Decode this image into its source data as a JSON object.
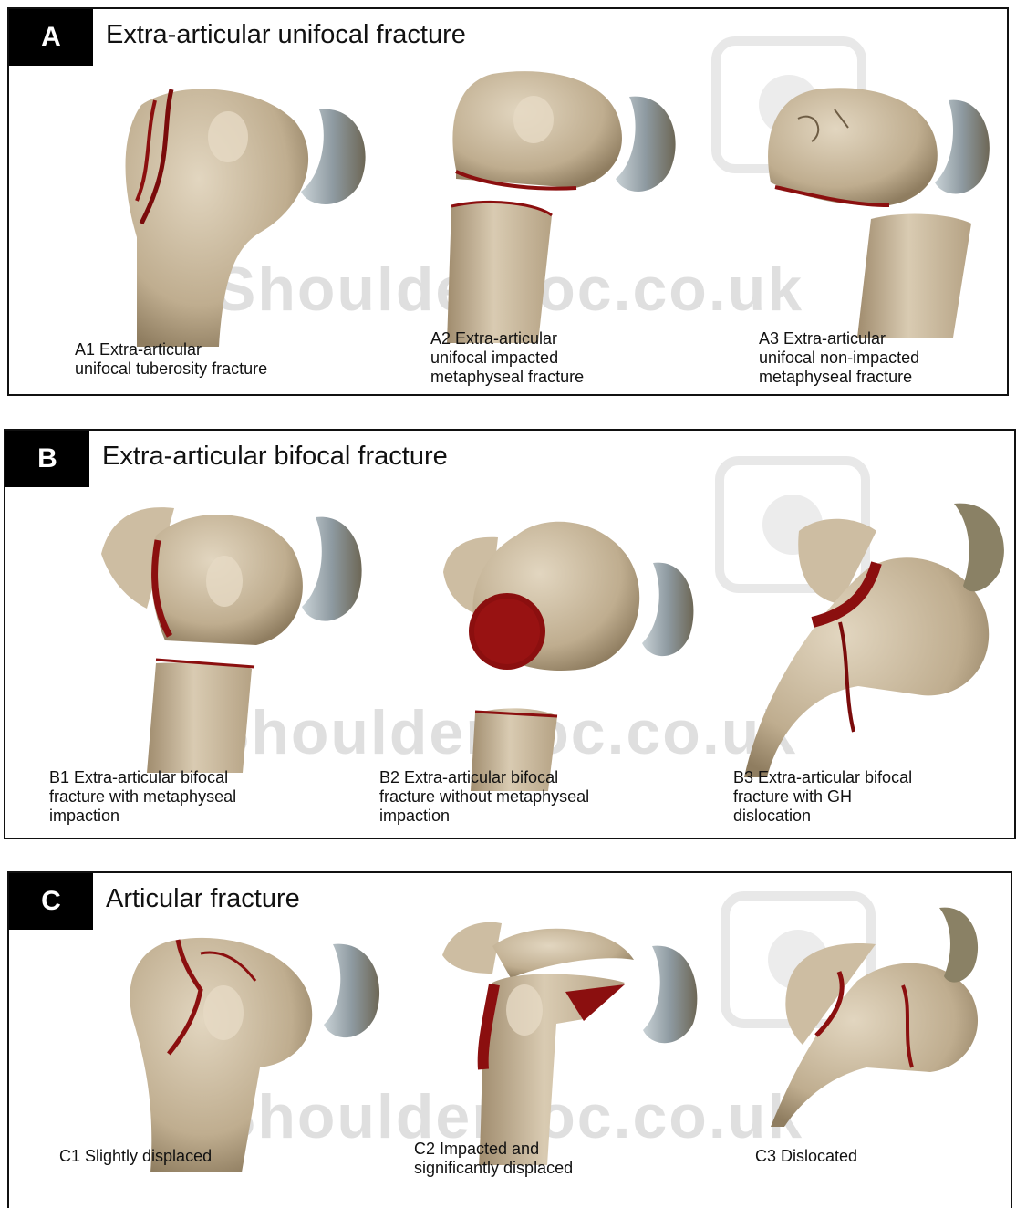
{
  "watermark": "Shoulderdoc.co.uk",
  "colors": {
    "bone": "#cdbda2",
    "bone_shadow": "#a39277",
    "fracture": "#8b0f0f",
    "glenoid": "#9ba7ad"
  },
  "panels": [
    {
      "letter": "A",
      "title": "Extra-articular unifocal fracture",
      "captions": [
        "A1 Extra-articular\nunifocal tuberosity fracture",
        "A2 Extra-articular\nunifocal impacted\nmetaphyseal fracture",
        "A3 Extra-articular\nunifocal non-impacted\nmetaphyseal fracture"
      ]
    },
    {
      "letter": "B",
      "title": "Extra-articular bifocal fracture",
      "captions": [
        "B1 Extra-articular bifocal\nfracture with metaphyseal\nimpaction",
        "B2 Extra-articular bifocal\nfracture without metaphyseal\nimpaction",
        "B3 Extra-articular bifocal\nfracture with GH\ndislocation"
      ]
    },
    {
      "letter": "C",
      "title": "Articular fracture",
      "captions": [
        "C1 Slightly displaced",
        "C2 Impacted and\nsignificantly displaced",
        "C3 Dislocated"
      ]
    }
  ]
}
